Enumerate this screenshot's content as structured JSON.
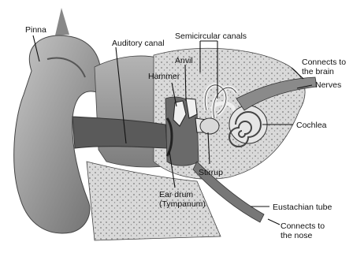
{
  "diagram": {
    "labels": {
      "pinna": "Pinna",
      "auditory_canal": "Auditory canal",
      "semicircular_canals": "Semicircular canals",
      "anvil": "Anvil",
      "hammer": "Hammer",
      "connects_brain_1": "Connects to",
      "connects_brain_2": "the brain",
      "nerves": "Nerves",
      "cochlea": "Cochlea",
      "stirrup": "Stirrup",
      "ear_drum_1": "Ear drum",
      "ear_drum_2": "(Tympanum)",
      "eustachian_tube": "Eustachian tube",
      "connects_nose_1": "Connects to",
      "connects_nose_2": "the nose"
    }
  }
}
